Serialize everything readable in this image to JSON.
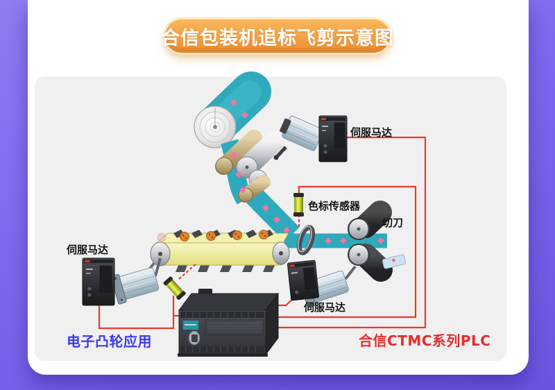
{
  "title_banner": {
    "text": "合信包装机追标飞剪示意图"
  },
  "diagram": {
    "labels": {
      "servo_top": "伺服马达",
      "color_mark_sensor": "色标传感器",
      "cutter": "切刀",
      "servo_left": "伺服马达",
      "servo_mid": "伺服马达",
      "electronic_cam_app": "电子凸轮应用",
      "plc_series": "合信CTMC系列PLC"
    },
    "colors": {
      "background_purple": "#7b68ee",
      "banner_orange": "#f5a144",
      "banner_text_white": "#ffffff",
      "film_teal": "#2fa9bd",
      "mark_pink": "#f473a2",
      "conveyor_yellow": "#f0eda6",
      "wire_red": "#ef372a",
      "cam_app_text_blue": "#3a3aee",
      "plc_text_red": "#e62c2c",
      "label_text_black": "#141414",
      "panel_gray": "#f0f0f1"
    }
  }
}
